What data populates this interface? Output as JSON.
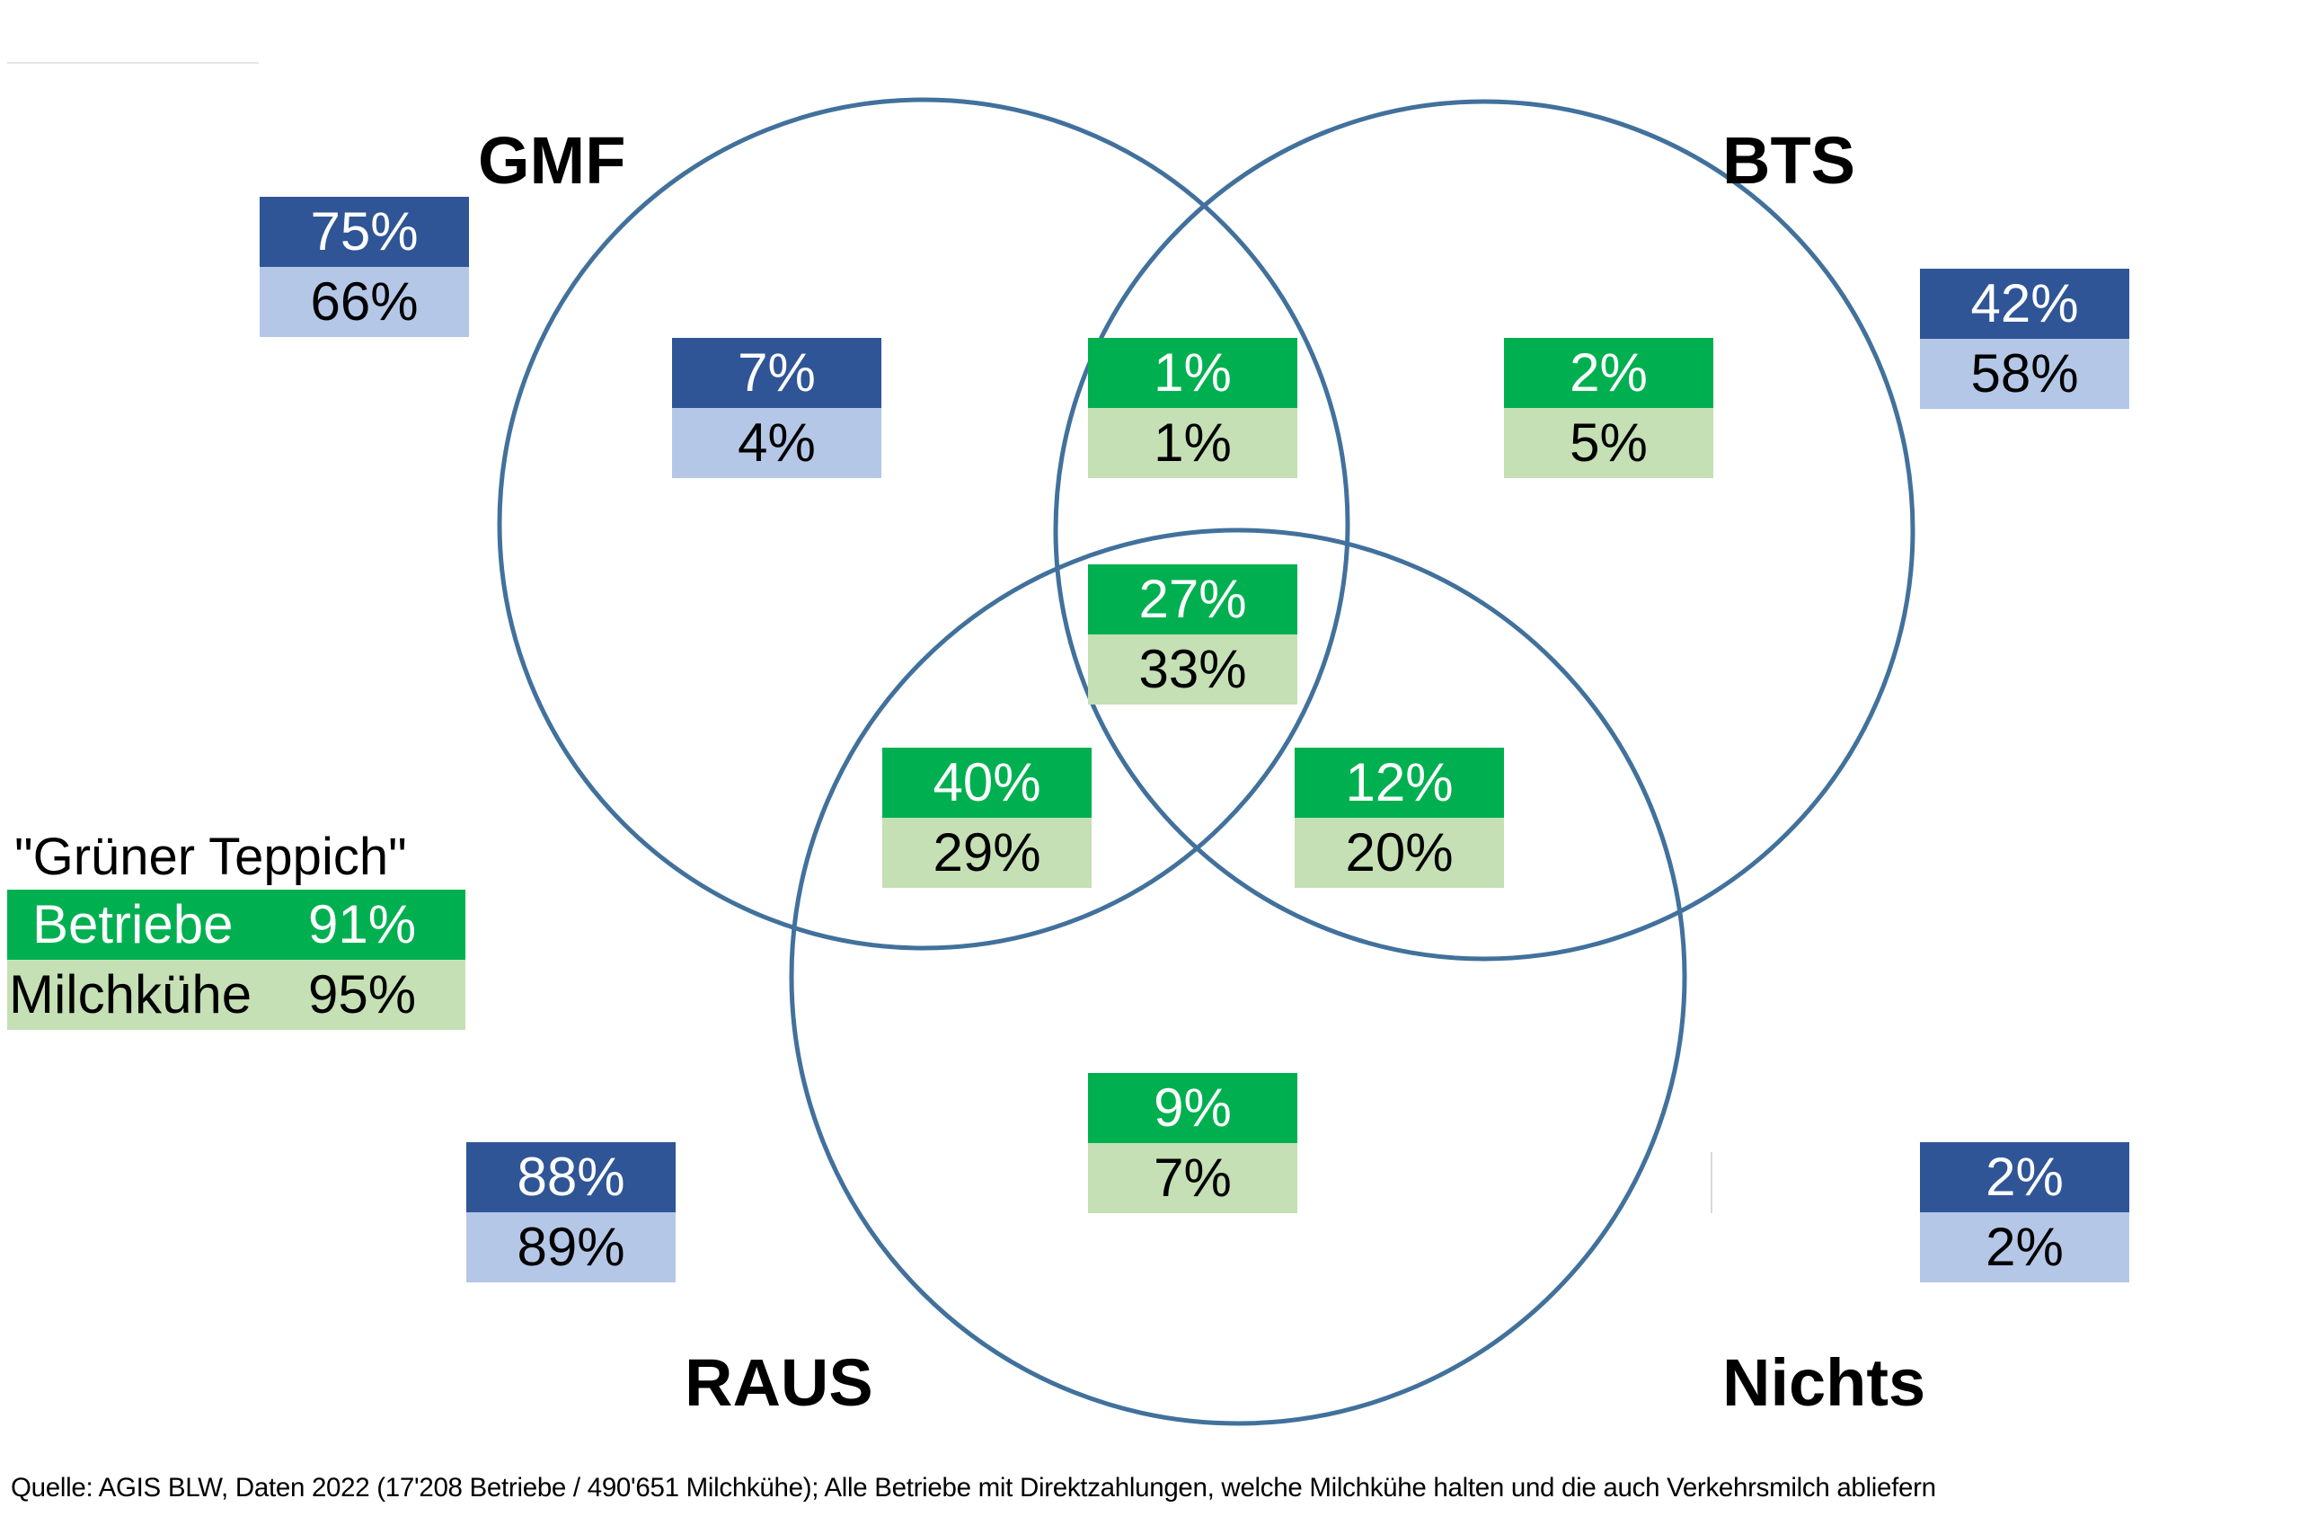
{
  "sets": {
    "gmf": "GMF",
    "bts": "BTS",
    "raus": "RAUS",
    "nichts": "Nichts"
  },
  "outer": {
    "gmf": {
      "betriebe": "75%",
      "milchkuehe": "66%"
    },
    "bts": {
      "betriebe": "42%",
      "milchkuehe": "58%"
    },
    "raus": {
      "betriebe": "88%",
      "milchkuehe": "89%"
    },
    "nichts": {
      "betriebe": "2%",
      "milchkuehe": "2%"
    }
  },
  "regions": {
    "gmf_only": {
      "betriebe": "7%",
      "milchkuehe": "4%"
    },
    "gmf_bts": {
      "betriebe": "1%",
      "milchkuehe": "1%"
    },
    "bts_only": {
      "betriebe": "2%",
      "milchkuehe": "5%"
    },
    "all_three": {
      "betriebe": "27%",
      "milchkuehe": "33%"
    },
    "gmf_raus": {
      "betriebe": "40%",
      "milchkuehe": "29%"
    },
    "bts_raus": {
      "betriebe": "12%",
      "milchkuehe": "20%"
    },
    "raus_only": {
      "betriebe": "9%",
      "milchkuehe": "7%"
    }
  },
  "legend": {
    "title": "\"Grüner Teppich\"",
    "betriebe_label": "Betriebe",
    "betriebe_value": "91%",
    "milchkuehe_label": "Milchkühe",
    "milchkuehe_value": "95%"
  },
  "source": "Quelle: AGIS BLW, Daten 2022 (17'208 Betriebe / 490'651 Milchkühe); Alle Betriebe mit Direktzahlungen, welche Milchkühe halten und die auch Verkehrsmilch abliefern",
  "colors": {
    "circle": "#41719c",
    "blue_dark": "#2f5597",
    "blue_light": "#b4c7e7",
    "green_dark": "#00b050",
    "green_light": "#c5e0b4"
  }
}
